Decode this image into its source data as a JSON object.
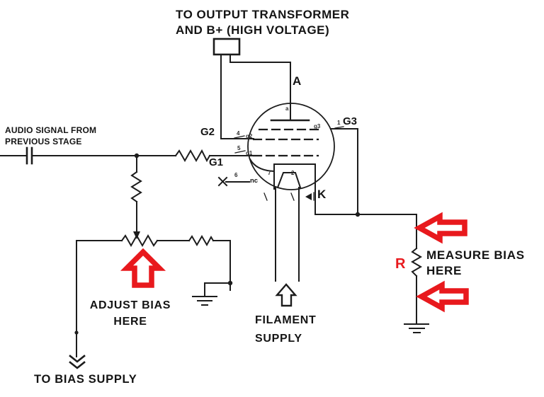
{
  "colors": {
    "ink": "#1c1c1c",
    "annotation_red": "#e8191d",
    "background": "#ffffff"
  },
  "header": {
    "line1": "TO OUTPUT TRANSFORMER",
    "line2": "AND B+ (HIGH VOLTAGE)"
  },
  "input_label": {
    "line1": "AUDIO SIGNAL FROM",
    "line2": "PREVIOUS STAGE"
  },
  "tube": {
    "anode": "A",
    "screen_grid": "G2",
    "control_grid": "G1",
    "suppressor_grid": "G3",
    "cathode": "K",
    "no_connection": "nc",
    "inner": {
      "anode": "a",
      "g1": "g1",
      "g2": "g2",
      "g3": "g3"
    },
    "pins": {
      "g3": "1",
      "g2": "4",
      "g1": "5",
      "nc": "6",
      "heater_left": "7",
      "heater_right": "2"
    }
  },
  "annotations": {
    "adjust_bias": {
      "line1": "ADJUST BIAS",
      "line2": "HERE"
    },
    "measure_bias": {
      "line1": "MEASURE BIAS",
      "line2": "HERE"
    },
    "filament_supply": {
      "line1": "FILAMENT",
      "line2": "SUPPLY"
    },
    "to_bias_supply": "TO BIAS SUPPLY",
    "bias_resistor": "R"
  }
}
